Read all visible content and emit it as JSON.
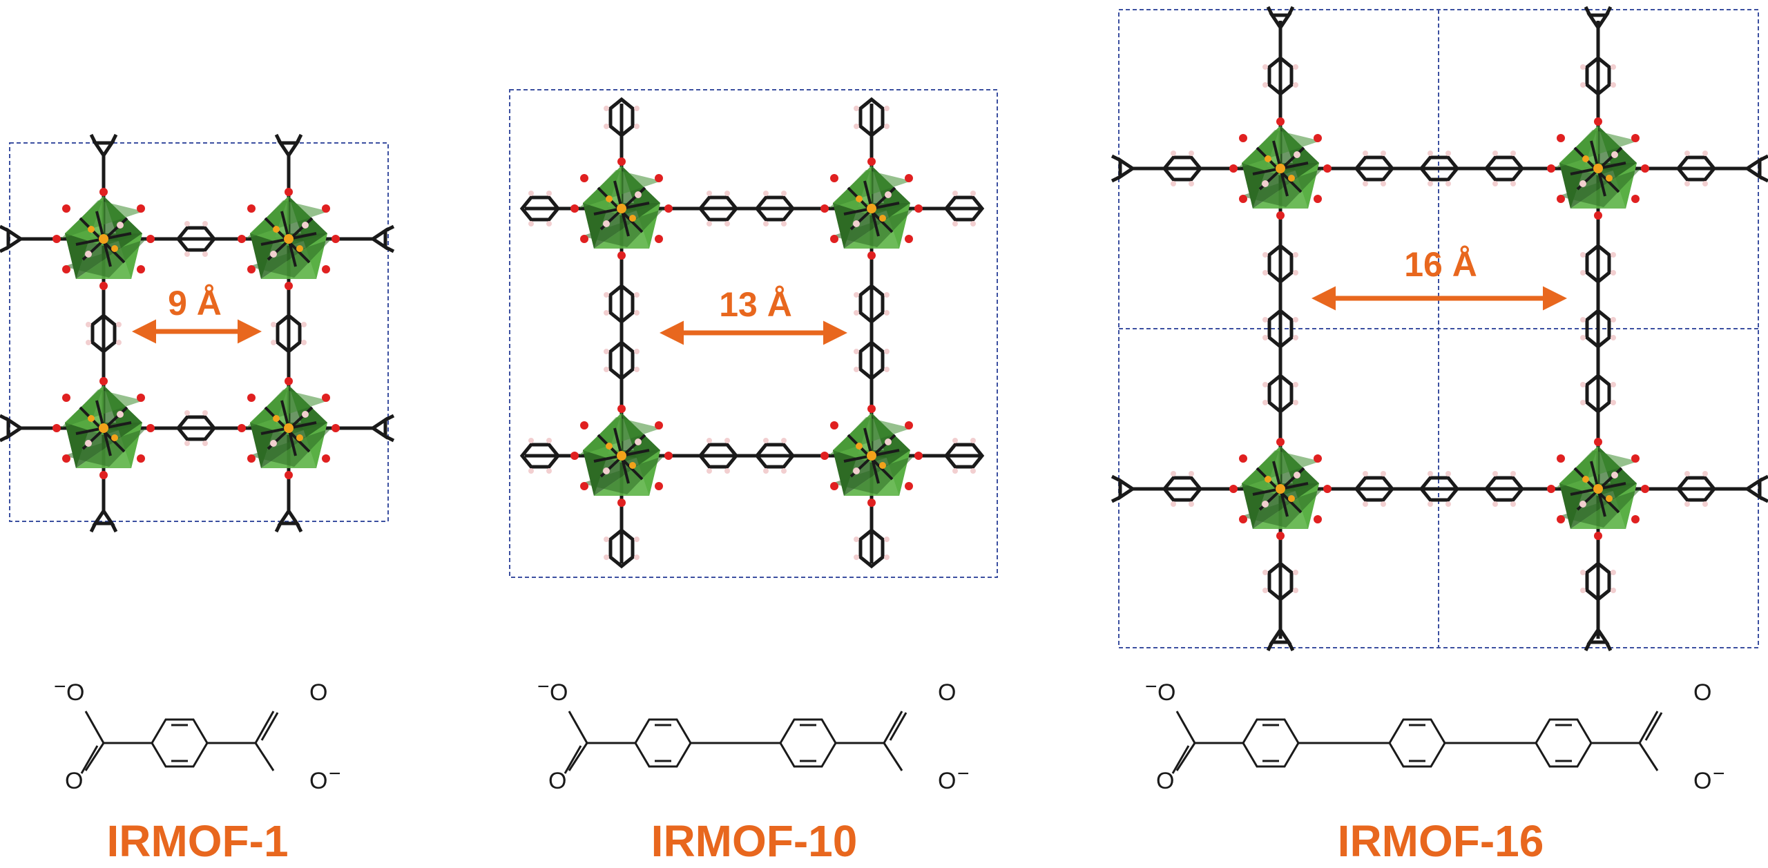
{
  "colors": {
    "accent": "#E8671E",
    "cell_border": "#3B4FA0",
    "polyhedron_dark": "#2E6B25",
    "polyhedron_mid": "#3F8E32",
    "polyhedron_light": "#5DB447",
    "bond": "#1A1A1A",
    "oxygen": "#E02020",
    "hydrogen": "#F2CFD0",
    "zinc": "#F2A21B"
  },
  "panels": [
    {
      "id": "irmof-1",
      "name": "IRMOF-1",
      "pore_label": "9 Å",
      "linker_rings": 1
    },
    {
      "id": "irmof-10",
      "name": "IRMOF-10",
      "pore_label": "13 Å",
      "linker_rings": 2
    },
    {
      "id": "irmof-16",
      "name": "IRMOF-16",
      "pore_label": "16 Å",
      "linker_rings": 3
    }
  ],
  "chem_labels": {
    "oxygen": "O",
    "anion_sign": "−"
  }
}
